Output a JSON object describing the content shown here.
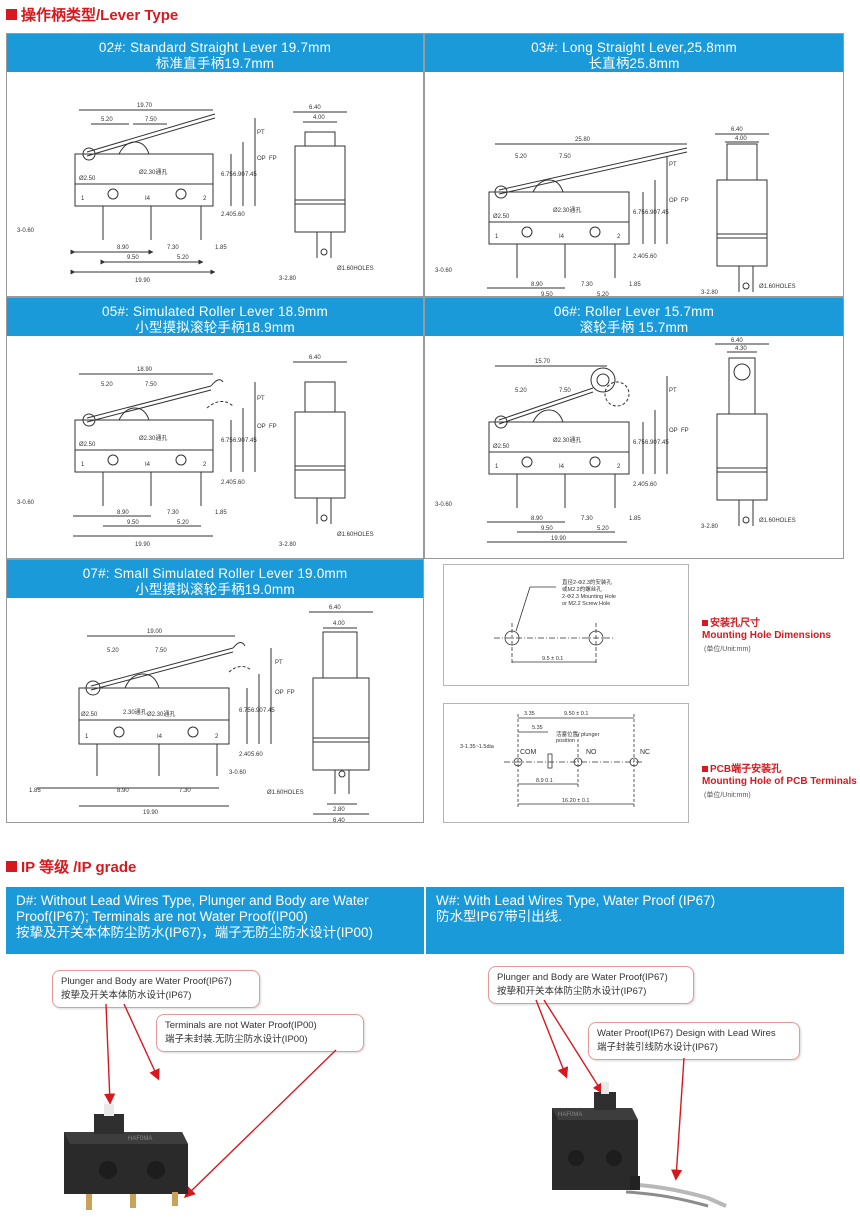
{
  "section1": {
    "title": "操作柄类型/Lever Type"
  },
  "levers": [
    {
      "code": "02#:",
      "en": " Standard Straight Lever 19.7mm",
      "cn": "标准直手柄19.7mm",
      "total": "19.70"
    },
    {
      "code": "03#:",
      "en": " Long Straight Lever,25.8mm",
      "cn": "长直柄25.8mm",
      "total": "25.80"
    },
    {
      "code": "05#:",
      "en": " Simulated Roller Lever 18.9mm",
      "cn": "小型摸拟滚轮手柄18.9mm",
      "total": "18.90"
    },
    {
      "code": "06#:",
      "en": " Roller Lever 15.7mm",
      "cn": "滚轮手柄 15.7mm",
      "total": "15.70"
    },
    {
      "code": "07#:",
      "en": " Small Simulated Roller Lever 19.0mm",
      "cn": "小型摸拟滚轮手柄19.0mm",
      "total": "19.00"
    }
  ],
  "dims": {
    "d520": "5.20",
    "d750": "7.50",
    "d250": "Ø2.50",
    "d230": "Ø2.30通孔",
    "d230v": "2.30通孔",
    "pin1": "1",
    "pin4": "I4",
    "pin2": "2",
    "d890": "8.90",
    "d730": "7.30",
    "d185": "1.85",
    "d950": "9.50",
    "d1990": "19.90",
    "d060": "3-0.60",
    "d675": "6.75",
    "d690": "6.90",
    "d745": "7.45",
    "d240": "2.40",
    "d560": "5.60",
    "pt": "PT",
    "op": "OP",
    "fp": "FP",
    "d640": "6.40",
    "d400": "4.00",
    "d430": "4.30",
    "d280": "3-2.80",
    "d280b": "2.80",
    "holes": "Ø1.60HOLES"
  },
  "mount": {
    "note1": "直径2-Φ2.3的安装孔",
    "note2": "或M2.2的螺丝孔",
    "note3": "2-Φ2.3 Mounting Hole",
    "note4": "or M2.2 Screw Hole",
    "dim": "9.5 ± 0.1",
    "label_cn": "安装孔尺寸",
    "label_en": "Mounting Hole Dimensions",
    "unit": "(单位/Unit:mm)"
  },
  "pcb": {
    "d335": "3.35",
    "d950": "9.50 ± 0.1",
    "d535": "5.35",
    "plunger_cn": "活塞位置/ plunger",
    "plunger_en": "position",
    "holes": "3-1.35~1.5dia",
    "com": "COM",
    "no": "NO",
    "nc": "NC",
    "d890": "8.9 0.1",
    "d1620": "16.20 ± 0.1",
    "label_cn": "PCB端子安装孔",
    "label_en": "Mounting Hole of PCB Terminals",
    "unit": "(单位/Unit:mm)"
  },
  "section2": {
    "title": "IP 等级 /IP grade"
  },
  "ip": {
    "d_code": "D#:",
    "d_en": "   Without Lead Wires Type, Plunger and Body are Water Proof(IP67);  Terminals are not Water Proof(IP00)",
    "d_cn": "按挚及开关本体防尘防水(IP67)，端子无防尘防水设计(IP00)",
    "w_code": "W#:",
    "w_en": "   With Lead Wires Type, Water Proof (IP67)",
    "w_cn": "防水型IP67带引出线.",
    "c1_en": "Plunger and Body are Water Proof(IP67)",
    "c1_cn": "按挚及开关本体防水设计(IP67)",
    "c2_en": "Terminals are not Water Proof(IP00)",
    "c2_cn": "端子未封装.无防尘防水设计(IP00)",
    "c3_en": "Plunger and Body are Water Proof(IP67)",
    "c3_cn": "按挚和开关本体防尘防水设计(IP67)",
    "c4_en": "Water Proof(IP67) Design with Lead Wires",
    "c4_cn": "端子封装引线防水设计(IP67)",
    "body_text": "HAF0MA"
  }
}
